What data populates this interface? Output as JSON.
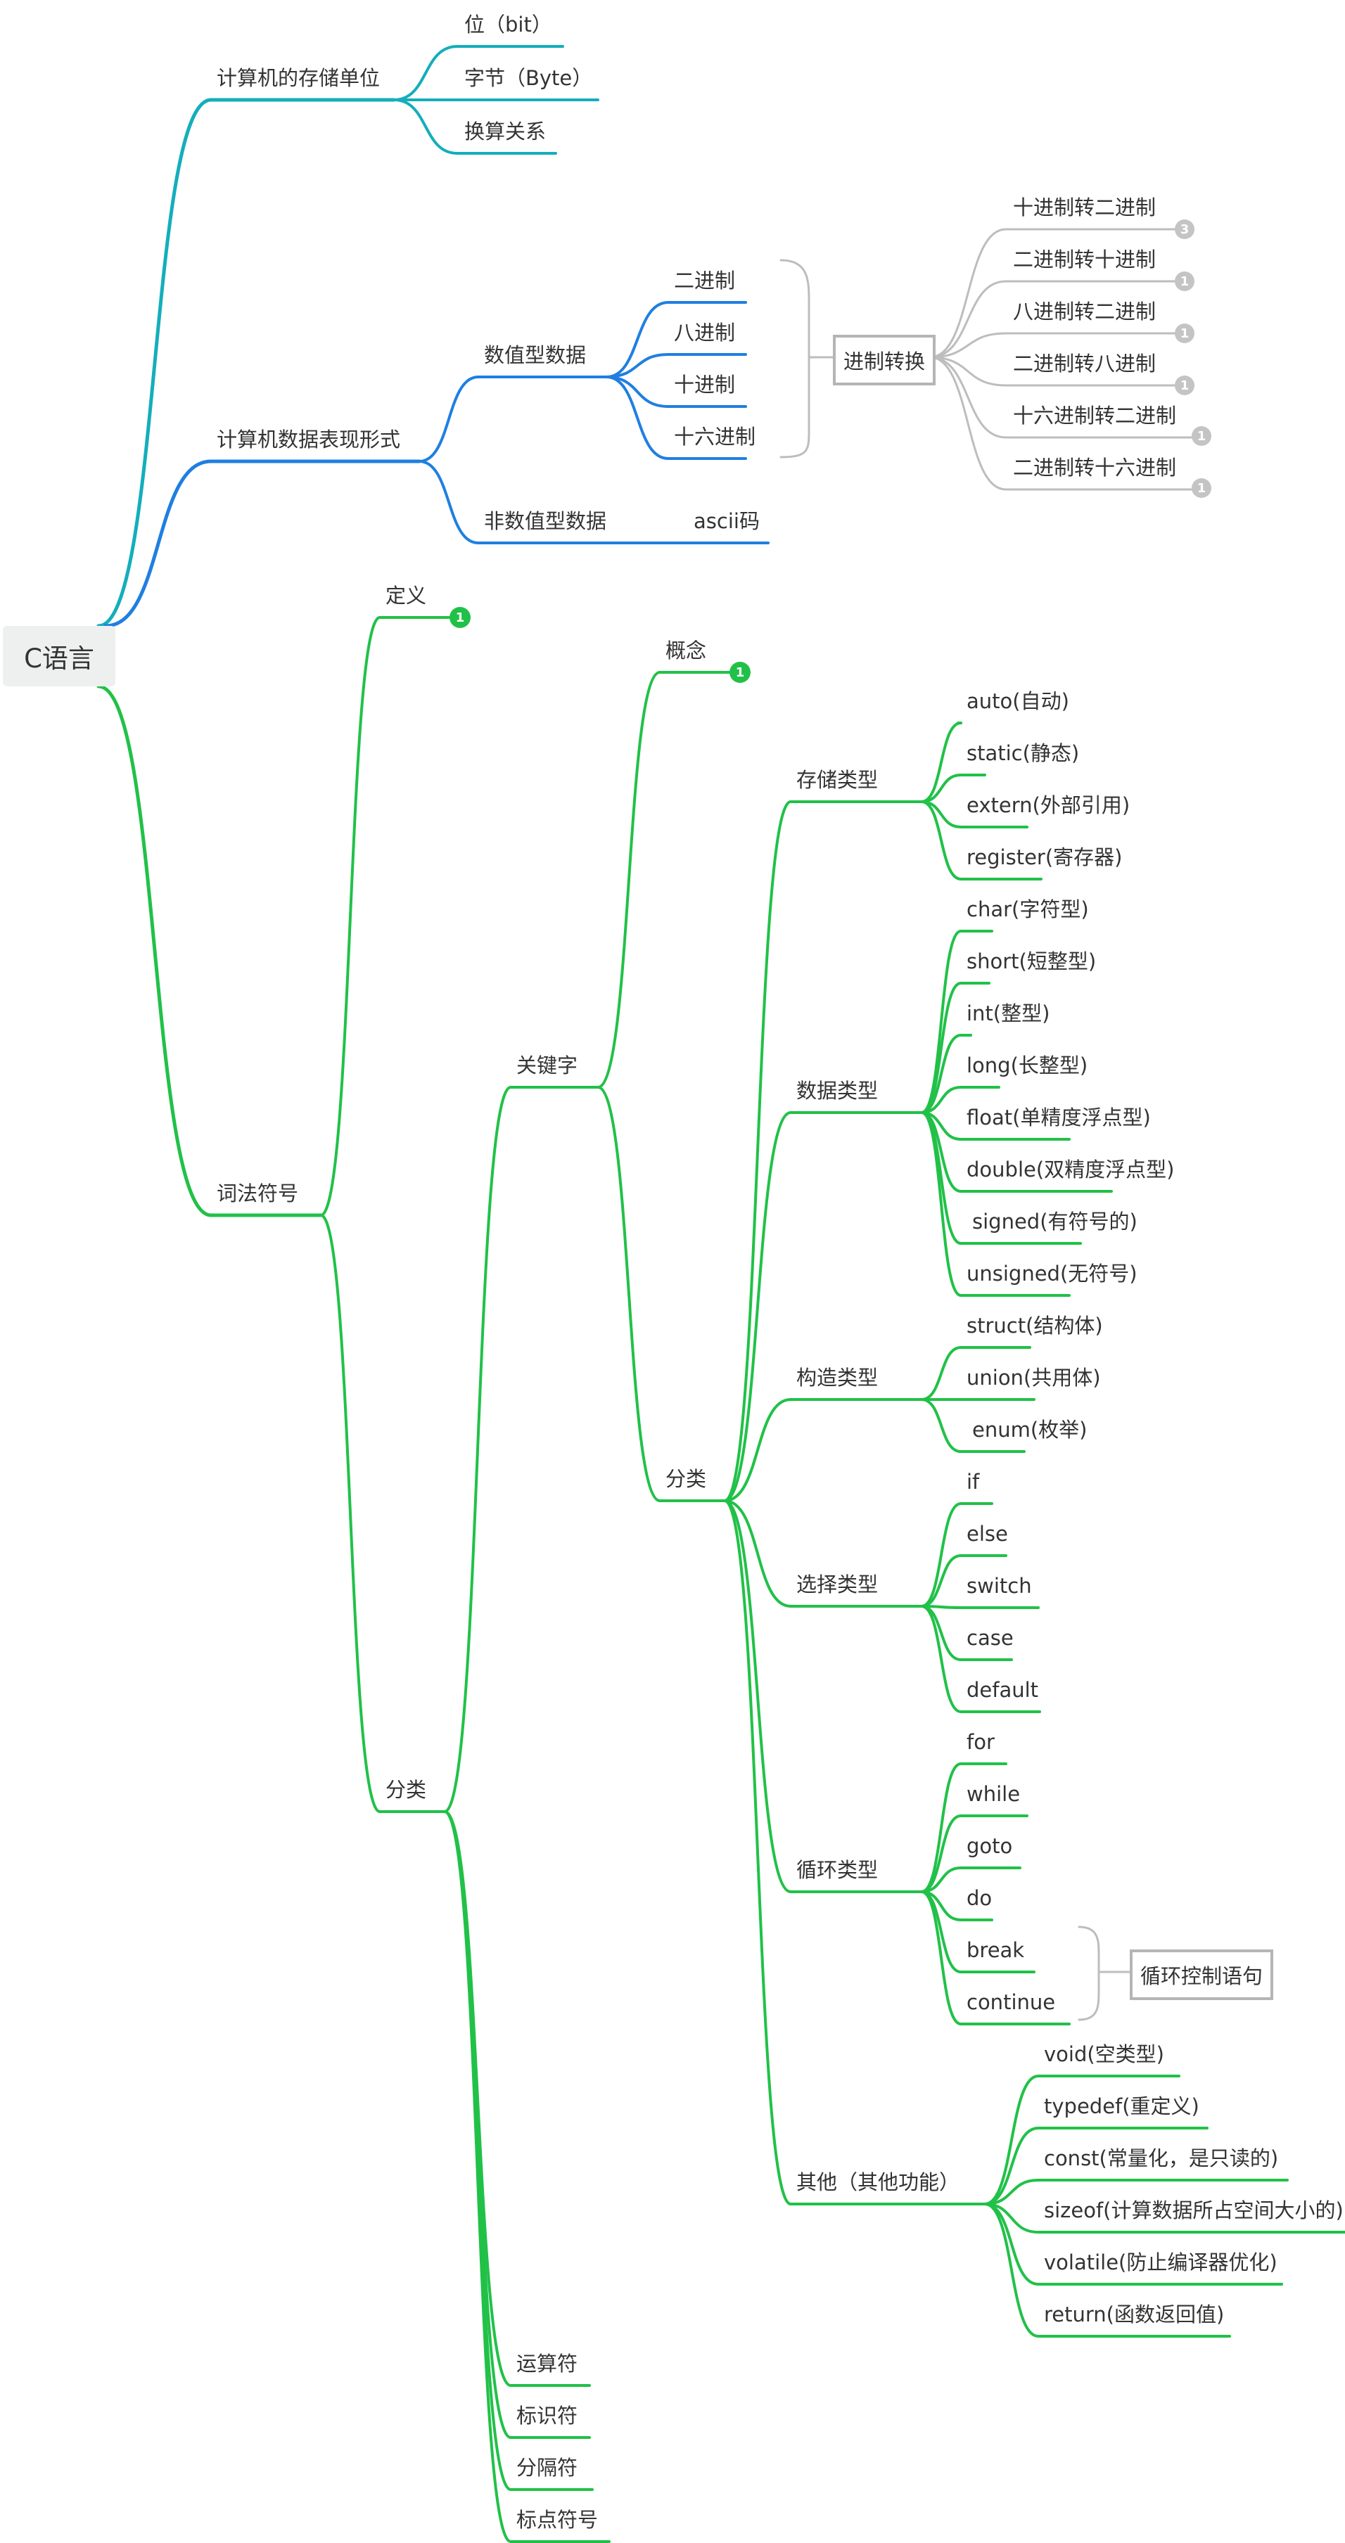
{
  "colors": {
    "teal": "#14aebb",
    "blue": "#1f7fe0",
    "green": "#21c148",
    "gray": "#bdbdbd"
  },
  "root": "C语言",
  "storage": {
    "title": "计算机的存储单位",
    "items": [
      "位（bit）",
      "字节（Byte）",
      "换算关系"
    ]
  },
  "repr": {
    "title": "计算机数据表现形式",
    "numeric": {
      "title": "数值型数据",
      "items": [
        "二进制",
        "八进制",
        "十进制",
        "十六进制"
      ]
    },
    "conversion": {
      "title": "进制转换",
      "items": [
        "十进制转二进制",
        "二进制转十进制",
        "八进制转二进制",
        "二进制转八进制",
        "十六进制转二进制",
        "二进制转十六进制"
      ],
      "badges": [
        "3",
        "1",
        "1",
        "1",
        "1",
        "1"
      ]
    },
    "nonnumeric": {
      "title": "非数值型数据",
      "item": "ascii码"
    }
  },
  "lexical": {
    "title": "词法符号",
    "definition": {
      "title": "定义",
      "badge": "1"
    },
    "category": {
      "title": "分类",
      "keywords": {
        "title": "关键字",
        "concept": {
          "title": "概念",
          "badge": "1"
        },
        "category": {
          "title": "分类",
          "storage_types": {
            "title": "存储类型",
            "items": [
              "auto(自动)",
              "static(静态)",
              "extern(外部引用)",
              "register(寄存器)"
            ]
          },
          "data_types": {
            "title": "数据类型",
            "items": [
              "char(字符型)",
              "short(短整型)",
              "int(整型)",
              "long(长整型)",
              "float(单精度浮点型)",
              "double(双精度浮点型)",
              "signed(有符号的)",
              "unsigned(无符号)"
            ]
          },
          "construct_types": {
            "title": "构造类型",
            "items": [
              "struct(结构体)",
              "union(共用体)",
              "enum(枚举)"
            ]
          },
          "select_types": {
            "title": "选择类型",
            "items": [
              "if",
              "else",
              "switch",
              "case",
              "default"
            ]
          },
          "loop_types": {
            "title": "循环类型",
            "items": [
              "for",
              "while",
              "goto",
              "do",
              "break",
              "continue"
            ],
            "control": "循环控制语句"
          },
          "other": {
            "title": "其他（其他功能）",
            "items": [
              "void(空类型)",
              "typedef(重定义)",
              "const(常量化，是只读的)",
              "sizeof(计算数据所占空间大小的)",
              "volatile(防止编译器优化)",
              "return(函数返回值)"
            ]
          }
        }
      },
      "others": [
        "运算符",
        "标识符",
        "分隔符",
        "标点符号"
      ]
    }
  }
}
